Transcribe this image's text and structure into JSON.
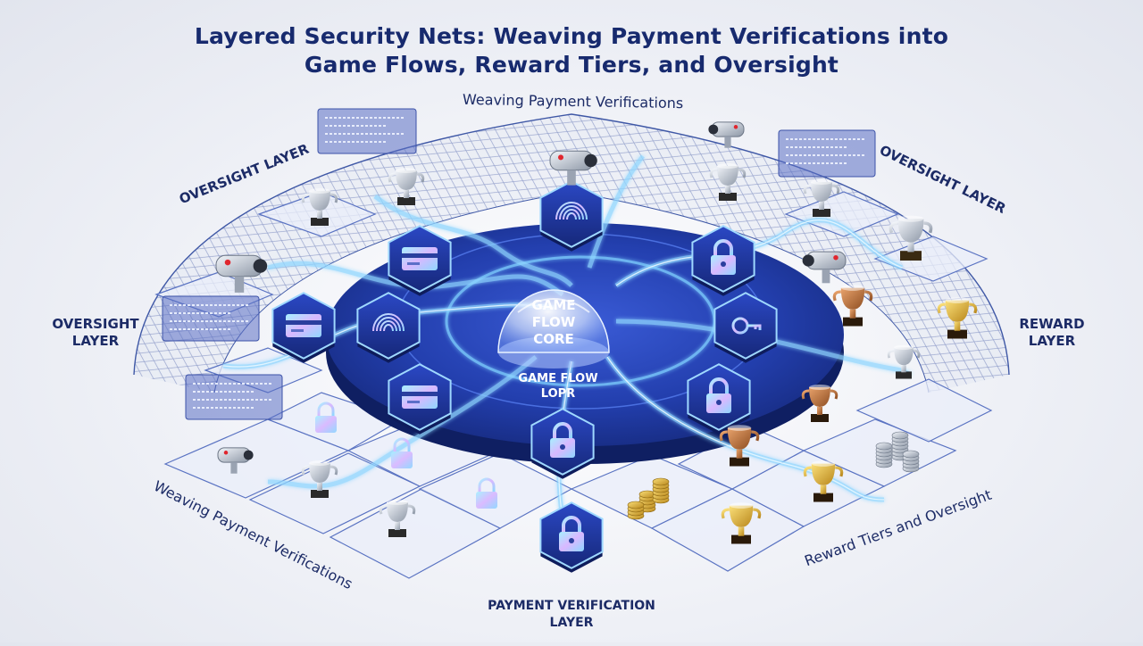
{
  "title": {
    "line1": "Layered Security Nets: Weaving Payment Verifications into",
    "line2": "Game Flows, Reward Tiers, and Oversight"
  },
  "labels": {
    "top_arc": "Weaving Payment Verifications",
    "oversight_top_left": "OVERSIGHT LAYER",
    "oversight_top_right": "OVERSIGHT LAYER",
    "oversight_left_line1": "OVERSIGHT",
    "oversight_left_line2": "LAYER",
    "reward_line1": "REWARD",
    "reward_line2": "LAYER",
    "bottom_left_arc": "Weaving Payment Verifications",
    "bottom_right_arc": "Reward Tiers and Oversight",
    "payment_line1": "PAYMENT VERIFICATION",
    "payment_line2": "LAYER"
  },
  "core": {
    "line1": "GAME",
    "line2": "FLOW",
    "line3": "CORE",
    "loop_line1": "GAME FLOW",
    "loop_line2": "LOPR"
  },
  "colors": {
    "title": "#172a6e",
    "disc_dark": "#1b2f86",
    "disc_mid": "#2744b8",
    "glow": "#6ec8ff",
    "gold": "#e0b22e",
    "bronze": "#c27a44",
    "silver": "#b9c2cf"
  },
  "icons": {
    "verification": [
      "fingerprint-icon",
      "credit-card-icon",
      "padlock-icon",
      "key-icon"
    ],
    "oversight": [
      "security-camera-icon",
      "monitor-panel-icon"
    ],
    "reward": [
      "trophy-icon",
      "coin-stack-icon"
    ]
  }
}
